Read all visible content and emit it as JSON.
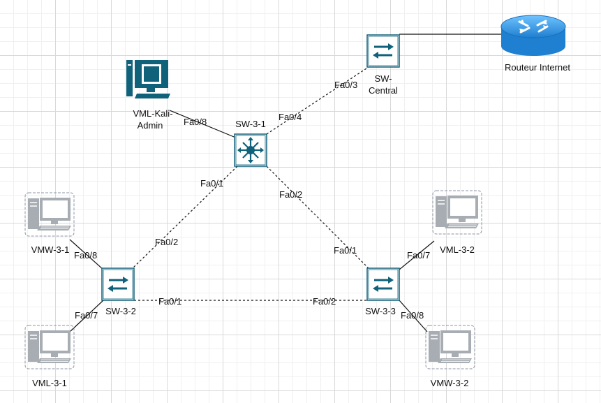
{
  "colors": {
    "device_teal": "#10617a",
    "router_blue": "#2b8ed9",
    "pc_grey": "#a7adb3",
    "pc_screen": "#ffffff"
  },
  "nodes": {
    "router": {
      "label": "Routeur Internet",
      "icon": "router-icon"
    },
    "sw_central": {
      "label_line1": "SW-",
      "label_line2": "Central",
      "icon": "switch-icon"
    },
    "sw31": {
      "label": "SW-3-1",
      "icon": "multilayer-switch-icon"
    },
    "sw32": {
      "label": "SW-3-2",
      "icon": "switch-icon"
    },
    "sw33": {
      "label": "SW-3-3",
      "icon": "switch-icon"
    },
    "kali": {
      "label_line1": "VML-Kali-",
      "label_line2": "Admin",
      "icon": "workstation-icon"
    },
    "vmw31": {
      "label": "VMW-3-1",
      "icon": "pc-icon"
    },
    "vml31": {
      "label": "VML-3-1",
      "icon": "pc-icon"
    },
    "vml32": {
      "label": "VML-3-2",
      "icon": "pc-icon"
    },
    "vmw32": {
      "label": "VMW-3-2",
      "icon": "pc-icon"
    }
  },
  "links": [
    {
      "id": "router-central",
      "style": "solid",
      "a_port": "",
      "b_port": ""
    },
    {
      "id": "kali-sw31",
      "style": "solid",
      "a_port": "Fa0/8",
      "b_port": ""
    },
    {
      "id": "sw31-central",
      "style": "dashed",
      "a_port": "Fa0/4",
      "b_port": "Fa0/3"
    },
    {
      "id": "sw31-sw32",
      "style": "dashed",
      "a_port": "Fa0/1",
      "b_port": "Fa0/2"
    },
    {
      "id": "sw31-sw33",
      "style": "dashed",
      "a_port": "Fa0/2",
      "b_port": "Fa0/1"
    },
    {
      "id": "sw32-sw33",
      "style": "dashed",
      "a_port": "Fa0/1",
      "b_port": "Fa0/2"
    },
    {
      "id": "vmw31-sw32",
      "style": "solid",
      "a_port": "Fa0/8",
      "b_port": ""
    },
    {
      "id": "vml31-sw32",
      "style": "solid",
      "a_port": "Fa0/7",
      "b_port": ""
    },
    {
      "id": "vml32-sw33",
      "style": "solid",
      "a_port": "Fa0/7",
      "b_port": ""
    },
    {
      "id": "vmw32-sw33",
      "style": "solid",
      "a_port": "Fa0/8",
      "b_port": ""
    }
  ]
}
